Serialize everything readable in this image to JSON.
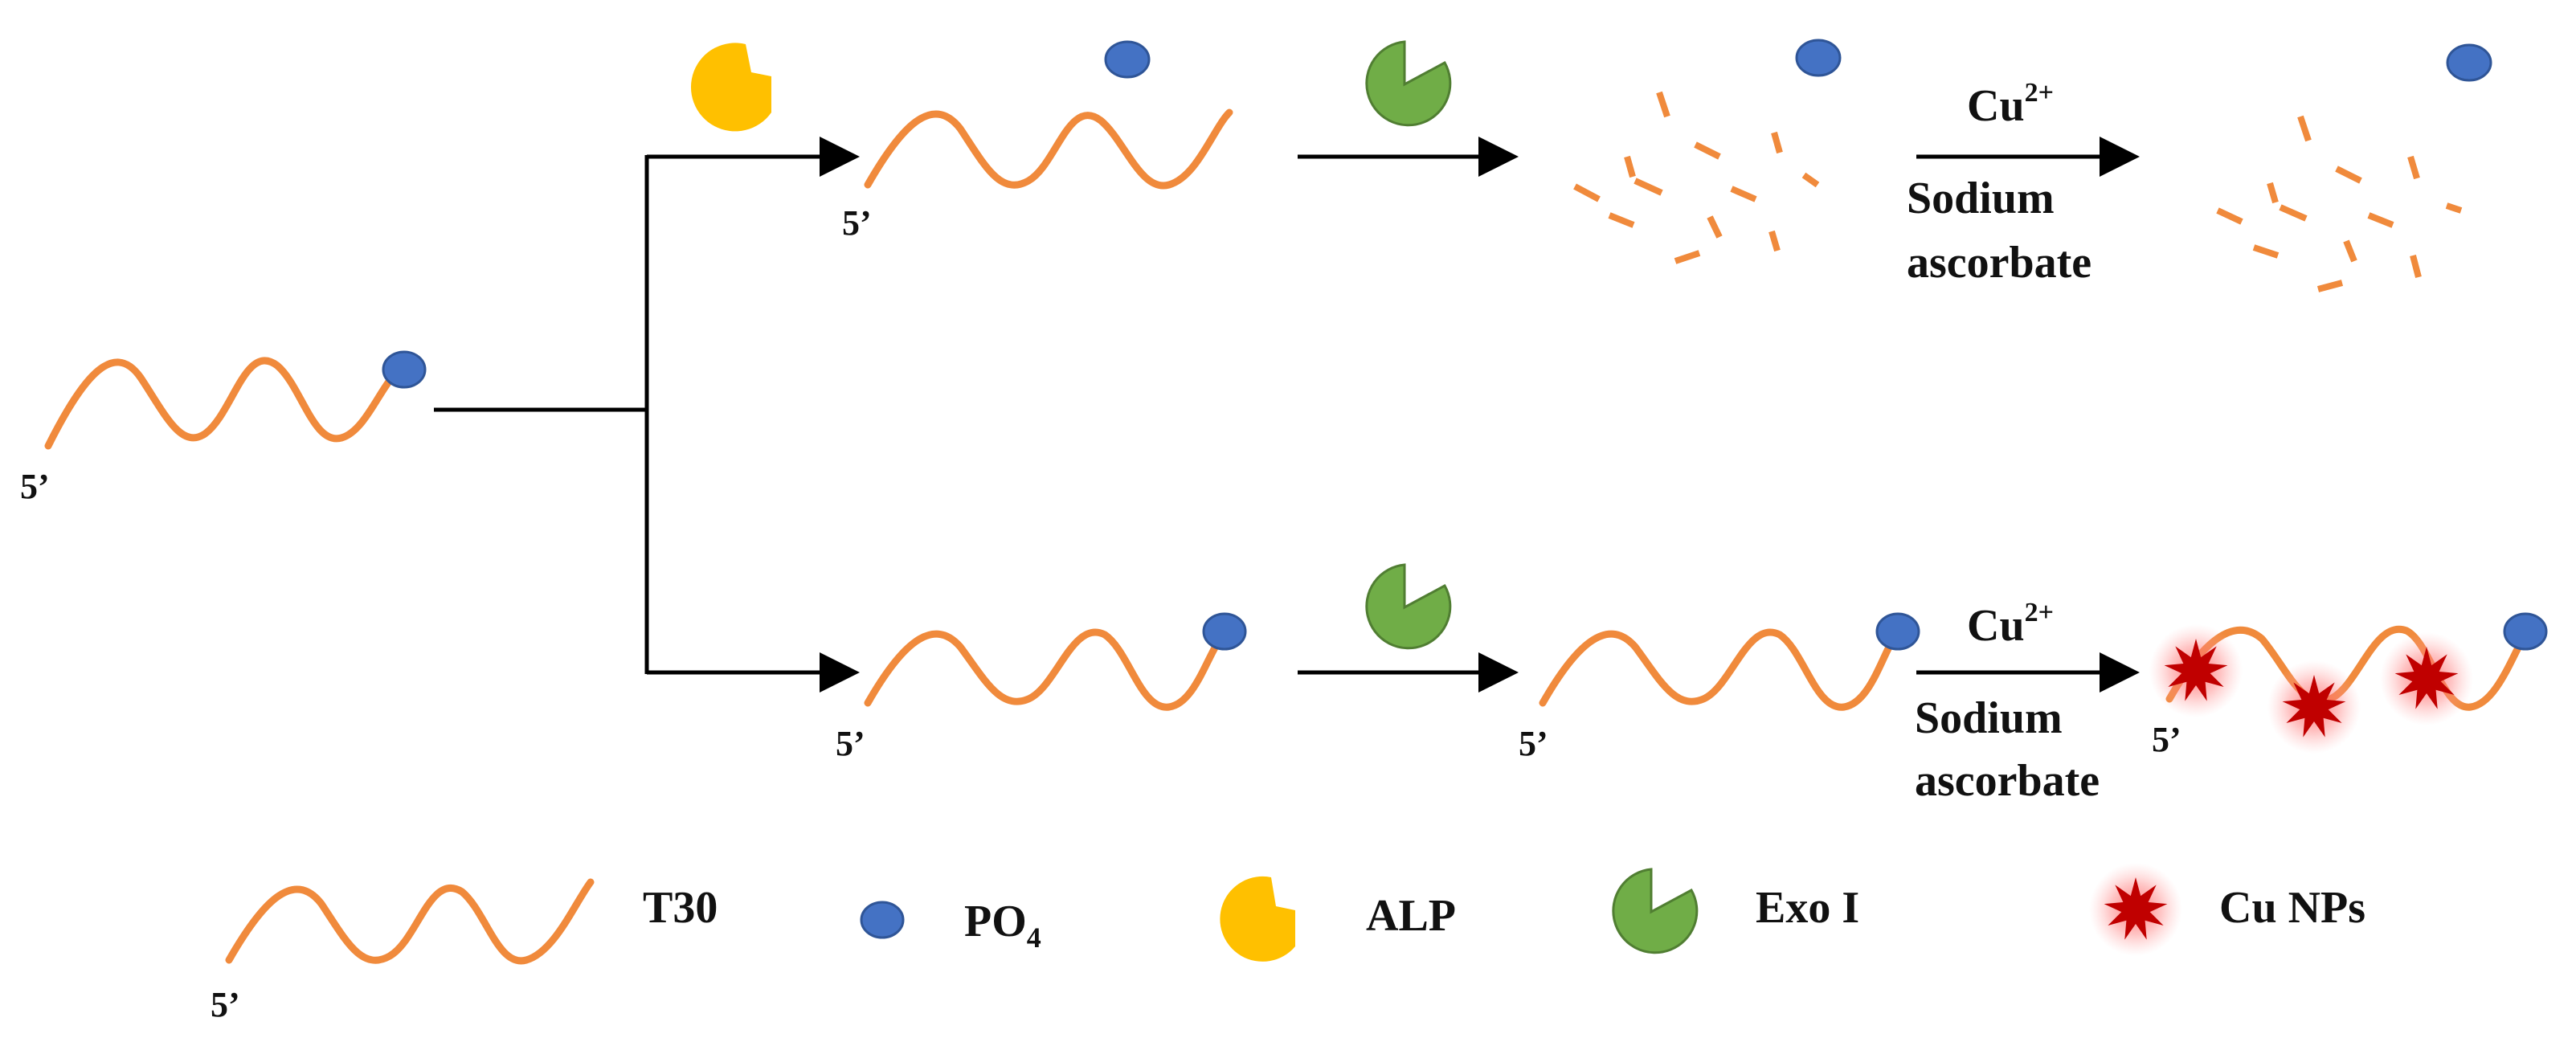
{
  "colors": {
    "strand": "#F08A3C",
    "phosphate": "#4472C4",
    "phosphate_edge": "#2F5597",
    "alp": "#FFC000",
    "exo": "#70AD47",
    "exo_edge": "#507E32",
    "cunp": "#C00000",
    "arrow": "#000000"
  },
  "labels": {
    "five_prime": "5’",
    "cu_ion": "Cu",
    "cu_charge": "2+",
    "sodium": "Sodium",
    "ascorbate": "ascorbate"
  },
  "legend": {
    "t30": "T30",
    "po4_main": "PO",
    "po4_sub": "4",
    "alp": "ALP",
    "exo": "Exo I",
    "cunp": "Cu NPs"
  },
  "icons": {
    "strand": "ssdna-strand-icon",
    "phosphate": "phosphate-dot-icon",
    "alp": "alp-enzyme-icon",
    "exo": "exo-i-enzyme-icon",
    "cunp": "cu-nanoparticle-icon"
  }
}
